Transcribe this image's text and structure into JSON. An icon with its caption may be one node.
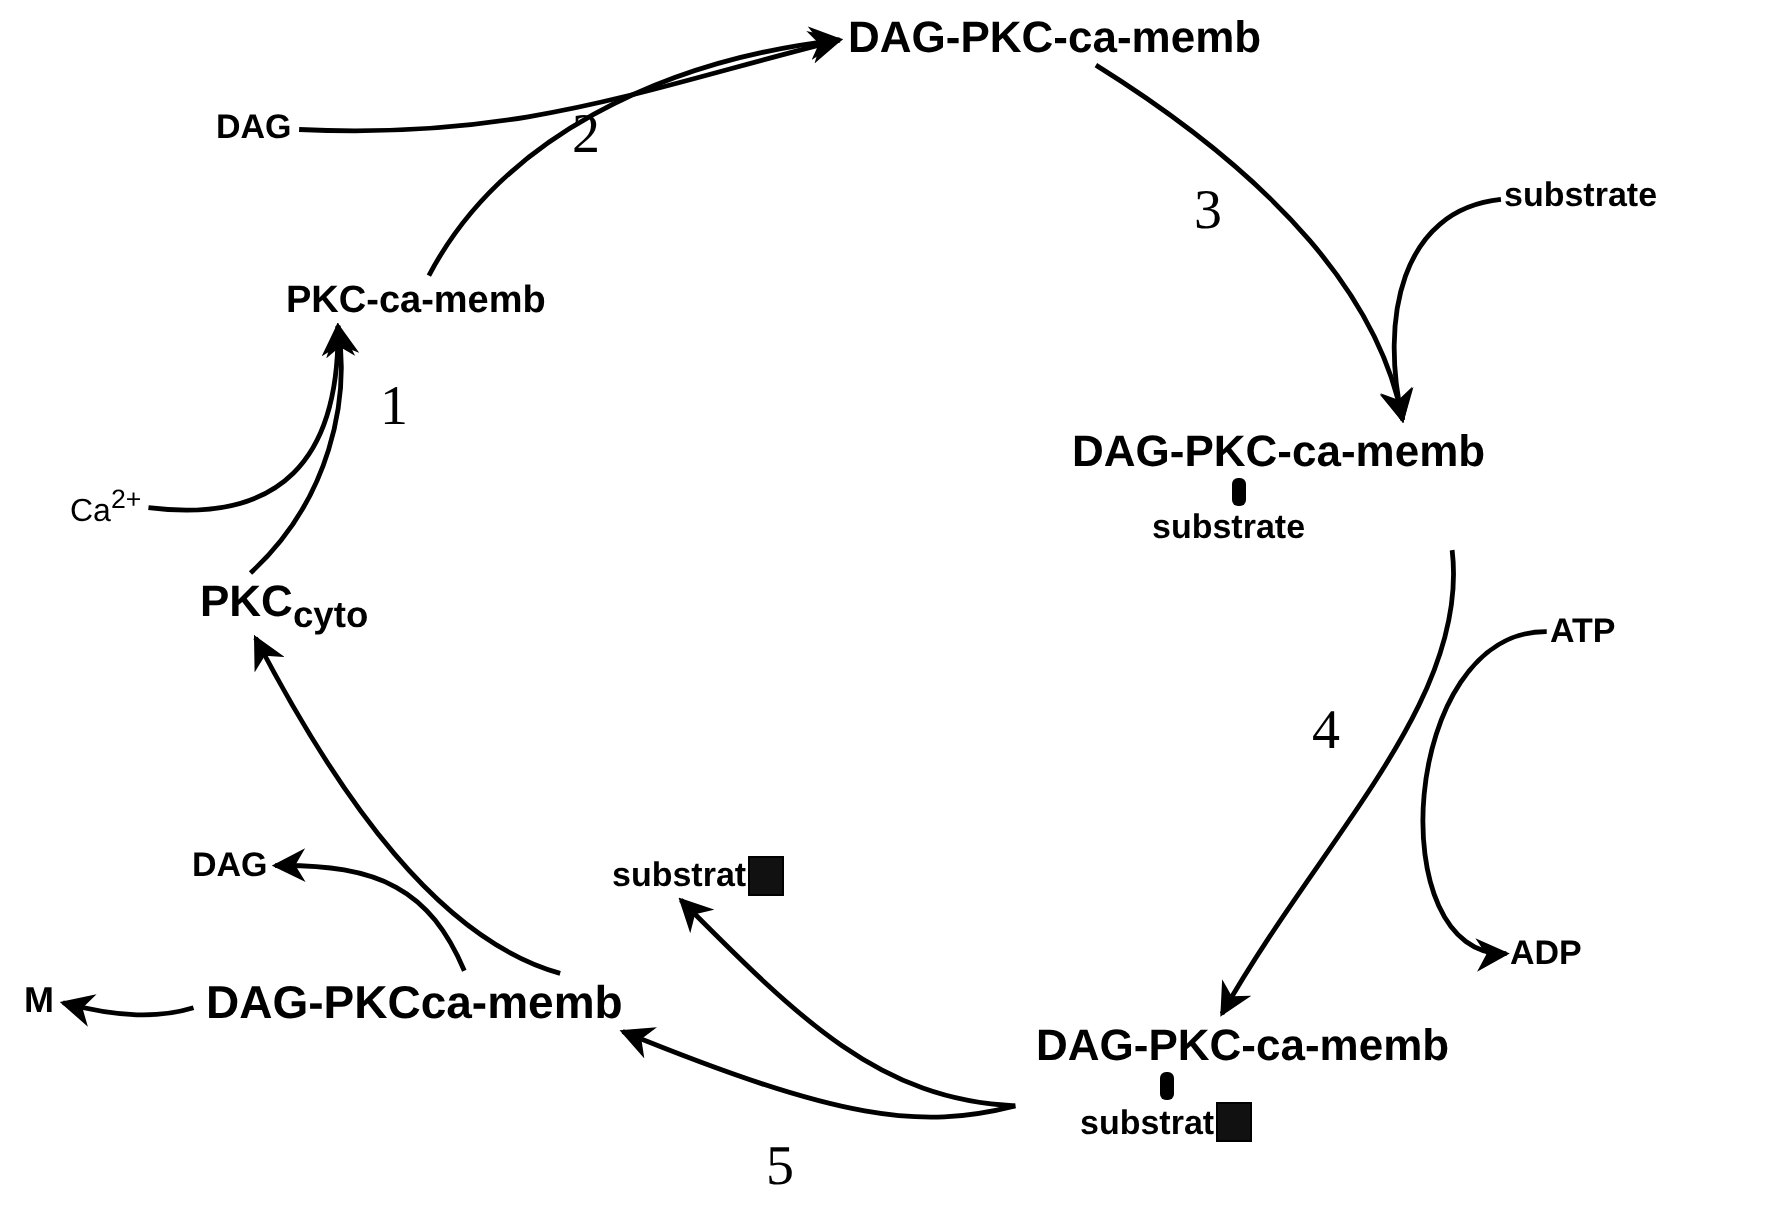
{
  "diagram": {
    "nodes": [
      {
        "text": [
          "DAG"
        ]
      },
      {
        "text": [
          "DAG-PKC-ca-memb"
        ]
      },
      {
        "text": [
          "substrate"
        ]
      },
      {
        "text": [
          "DAG-PKC-ca-memb",
          "substrate"
        ]
      },
      {
        "text": [
          "ATP"
        ]
      },
      {
        "text": [
          "ADP"
        ]
      },
      {
        "text": [
          "DAG-PKC-ca-memb",
          "substrat"
        ]
      },
      {
        "text": [
          "substrat"
        ]
      },
      {
        "text": [
          "DAG-PKCca-memb"
        ]
      },
      {
        "text": [
          "M"
        ]
      },
      {
        "text": [
          "DAG"
        ]
      },
      {
        "text": [
          "PKC$_{cyto}$"
        ]
      },
      {
        "text": [
          "Ca$^{2+}$"
        ]
      },
      {
        "text": [
          "PKC-ca-memb"
        ]
      }
    ],
    "edges": [
      {
        "from": 13,
        "to": 1,
        "arrow": "to"
      },
      {
        "from": 0,
        "to": 1,
        "arrow": "to"
      },
      {
        "from": 1,
        "to": 3,
        "arrow": "to"
      },
      {
        "from": 2,
        "to": 3,
        "arrow": "to"
      },
      {
        "from": 3,
        "to": 6,
        "arrow": "to"
      },
      {
        "from": 4,
        "to": 5,
        "arrow": "to"
      },
      {
        "from": 6,
        "to": 8,
        "arrow": "to"
      },
      {
        "from": 6,
        "to": 7,
        "arrow": "to"
      },
      {
        "from": 8,
        "to": 9,
        "arrow": "to"
      },
      {
        "from": 8,
        "to": 11,
        "arrow": "to"
      },
      {
        "from": 8,
        "to": 10,
        "arrow": "to"
      },
      {
        "from": 11,
        "to": 13,
        "arrow": "to"
      },
      {
        "from": 12,
        "to": 13,
        "arrow": "to"
      }
    ],
    "labels": [
      "1",
      "2",
      "3",
      "4",
      "5"
    ]
  }
}
